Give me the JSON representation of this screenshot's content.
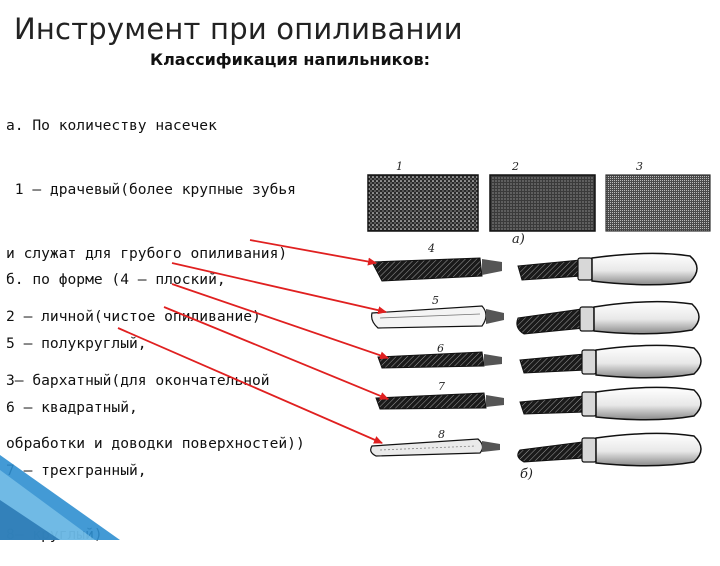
{
  "slide": {
    "title": "Инструмент при опиливании",
    "subtitle": "Классификация напильников:"
  },
  "section_a": {
    "lines": [
      "а. По количеству насечек",
      " 1 — драчевый(более крупные зубья",
      "и служат для грубого опиливания)",
      "2 — личной(чистое опиливание)",
      "3— бархатный(для окончательной",
      "обработки и доводки поверхностей))"
    ]
  },
  "section_b": {
    "lines": [
      "б. по форме (4 — плоский,",
      "5 — полукруглый,",
      "6 — квадратный,",
      "7 — трехгранный,",
      "8— круглый)"
    ]
  },
  "figure": {
    "swatch_labels": [
      "1",
      "2",
      "3"
    ],
    "file_labels": [
      "4",
      "5",
      "6",
      "7",
      "8"
    ],
    "group_a_label": "а)",
    "group_b_label": "б)"
  },
  "colors": {
    "arrow": "#e02020",
    "decor_blue": "#2f8fd0"
  }
}
